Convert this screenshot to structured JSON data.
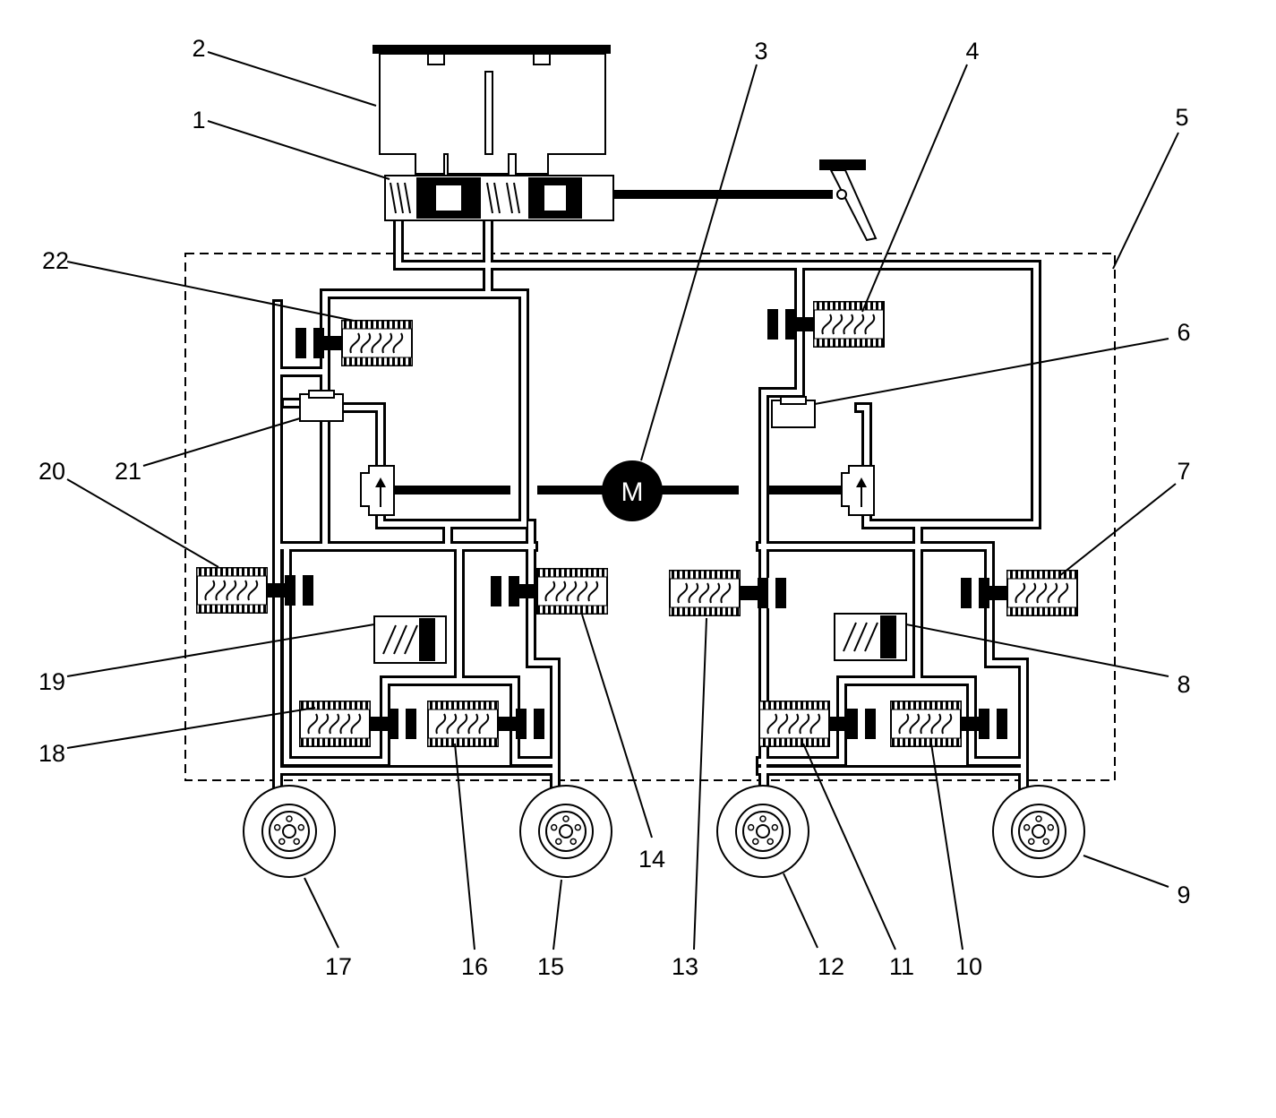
{
  "diagram": {
    "callouts": [
      "1",
      "2",
      "3",
      "4",
      "5",
      "6",
      "7",
      "8",
      "9",
      "10",
      "11",
      "12",
      "13",
      "14",
      "15",
      "16",
      "17",
      "18",
      "19",
      "20",
      "21",
      "22"
    ],
    "motor_label": "M"
  },
  "colors": {
    "ink": "#000000",
    "paper": "#ffffff"
  },
  "icons": [
    "reservoir",
    "master-cylinder",
    "brake-pedal",
    "pump-motor",
    "solenoid-valve",
    "wheel-brake",
    "accumulator",
    "pump-check-valve"
  ]
}
